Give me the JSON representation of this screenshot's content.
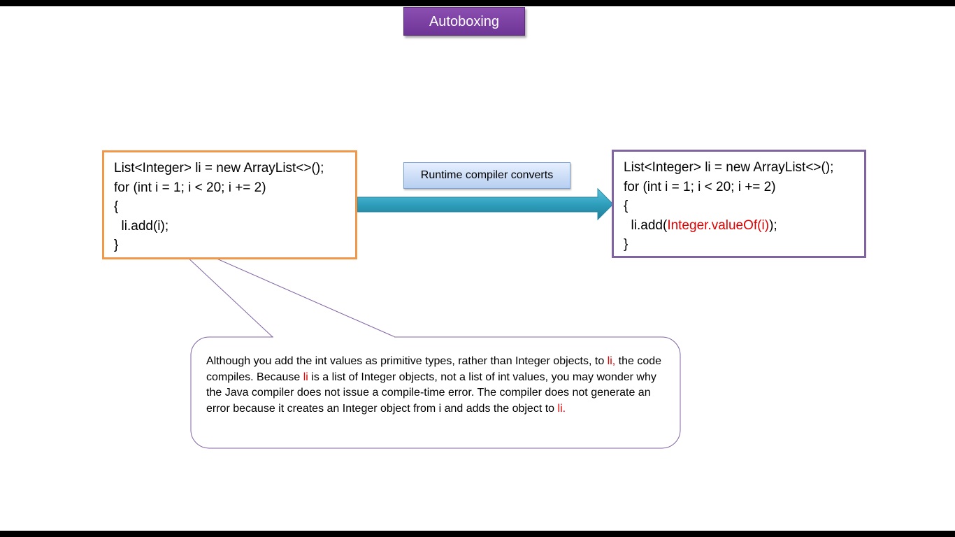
{
  "title": "Autoboxing",
  "left_code": {
    "line1": "List<Integer> li = new ArrayList<>();",
    "line2": "for (int i = 1; i < 20; i += 2)",
    "line3": "{",
    "line4": "  li.add(i);",
    "line5": "}"
  },
  "right_code": {
    "line1": "List<Integer> li = new ArrayList<>();",
    "line2": "for (int i = 1; i < 20; i += 2)",
    "line3": "{",
    "line4_prefix": "  li.add(",
    "line4_highlight": "Integer.valueOf(i)",
    "line4_suffix": ");",
    "line5": "}"
  },
  "arrow_label": "Runtime compiler converts",
  "callout": {
    "p1": "Although you add the int values as primitive types, rather than Integer objects, to ",
    "hl1": "li,",
    "p2": " the code compiles. Because ",
    "hl2": "li",
    "p3": " is a list of Integer objects, not a list of int values, you may wonder why the Java compiler does not issue a compile-time error. The compiler does not generate an error because it creates an Integer object from i and adds the object to ",
    "hl3": "li."
  },
  "colors": {
    "title_bg": "#7030a0",
    "left_border": "#f0974a",
    "right_border": "#8064a2",
    "arrow": "#2ea3c0",
    "highlight": "#e00000",
    "callout_border": "#8064a2"
  }
}
